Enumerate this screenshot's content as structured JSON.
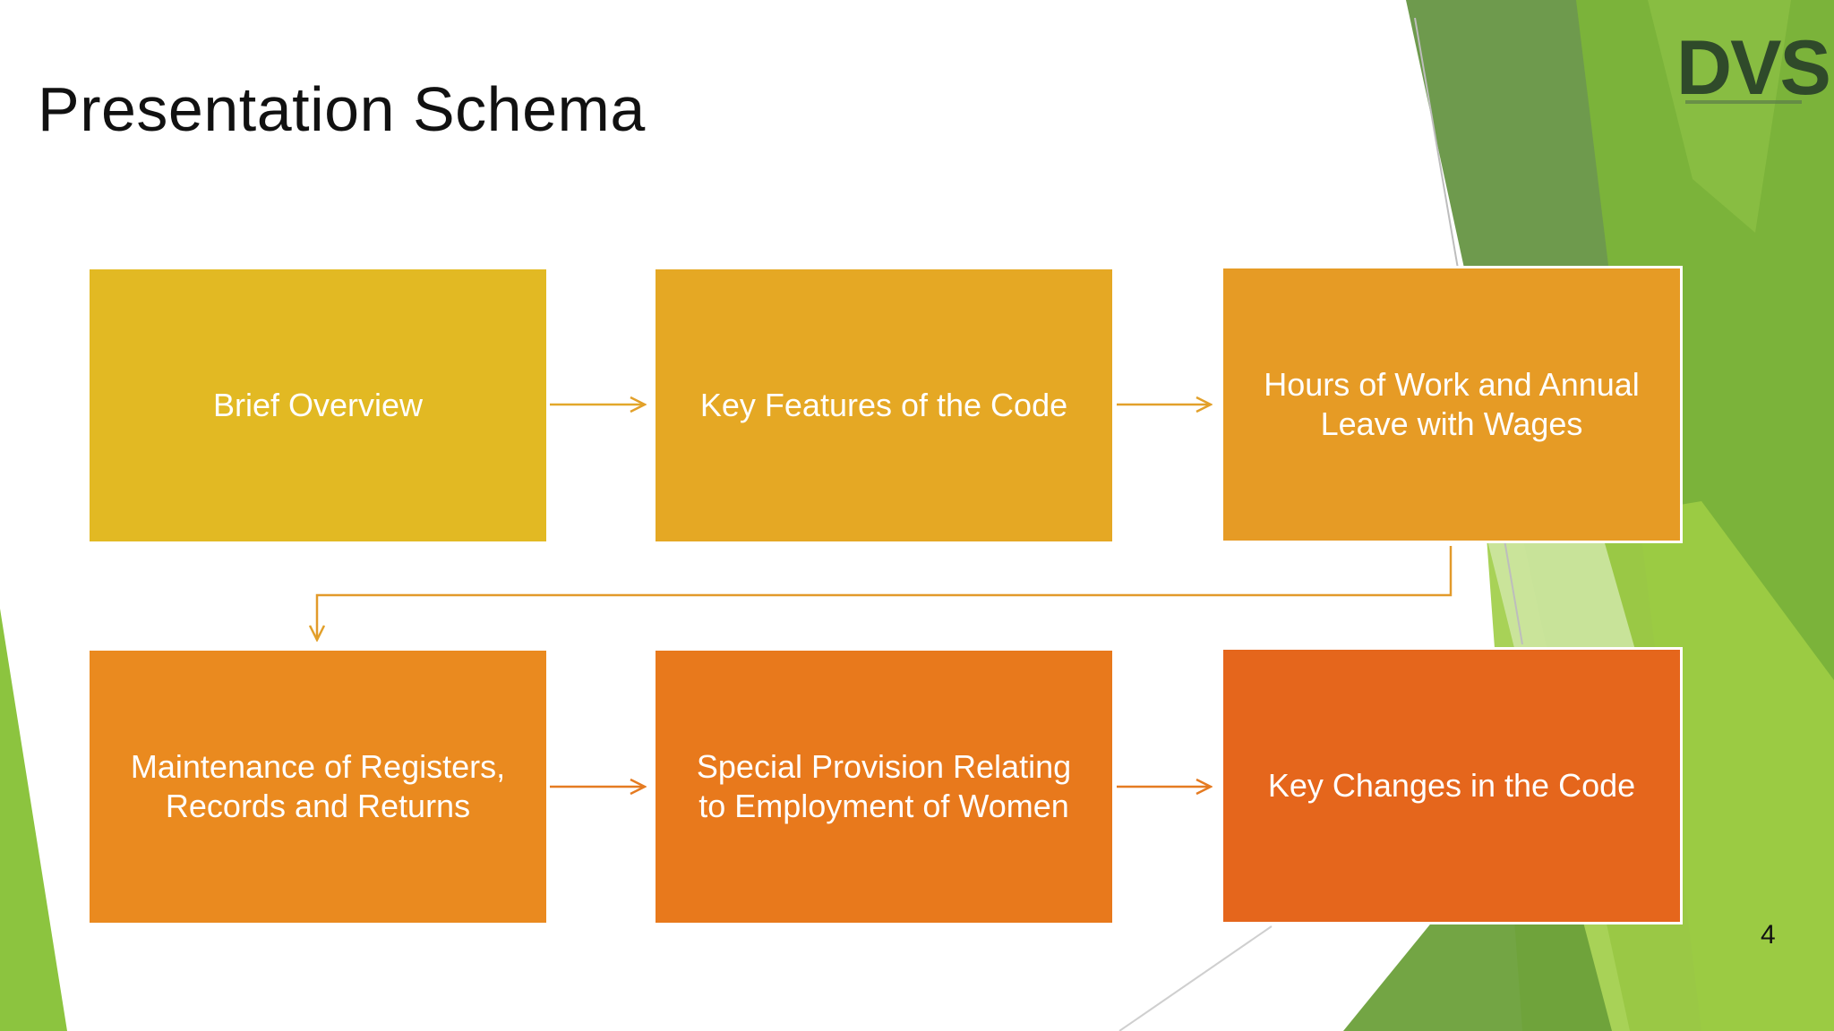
{
  "slide": {
    "title": "Presentation Schema",
    "page_number": "4",
    "logo_text": "DVS"
  },
  "steps": [
    {
      "label": "Brief Overview",
      "color": "#e2b923"
    },
    {
      "label": "Key Features of the Code",
      "color": "#e5a824"
    },
    {
      "label": "Hours of Work and Annual Leave with Wages",
      "color": "#e69b25"
    },
    {
      "label": "Maintenance of Registers, Records and Returns",
      "color": "#ea8a1f"
    },
    {
      "label": "Special Provision Relating to Employment of Women",
      "color": "#e8791c"
    },
    {
      "label": "Key Changes in the Code",
      "color": "#e5661c"
    }
  ],
  "colors": {
    "connector": "#e2a02a",
    "green_dark": "#5e8f3a",
    "green_mid": "#7bb33a",
    "green_light": "#9fcd45",
    "green_pale": "#cde6a2"
  }
}
